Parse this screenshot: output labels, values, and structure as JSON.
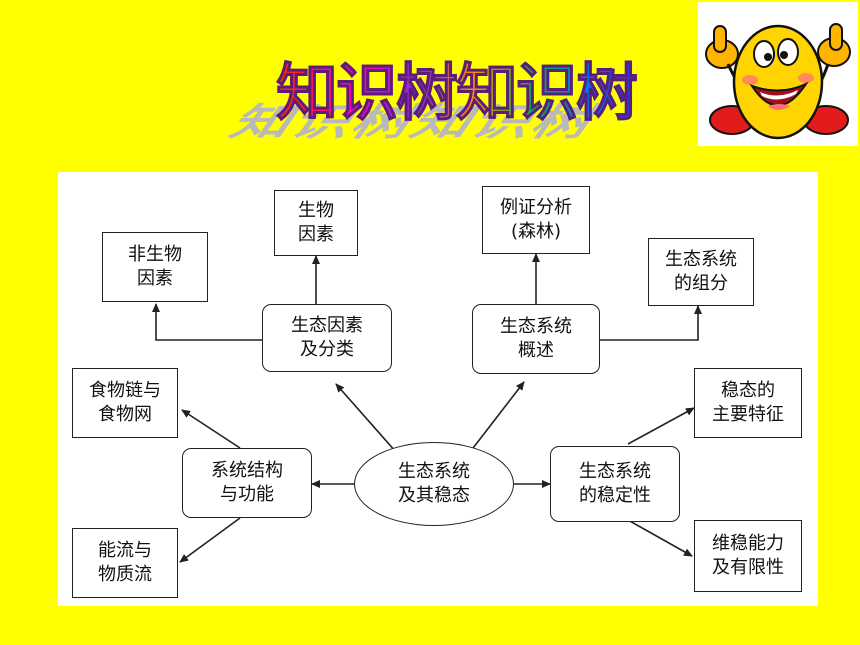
{
  "title": "知识树知识树",
  "colors": {
    "background": "#ffff00",
    "panel": "#ffffff",
    "line": "#222222"
  },
  "mascot_icon": "smiling-yellow-face-thumbs-up-icon",
  "diagram": {
    "center": "生态系统\n及其稳态",
    "factors": "生态因素\n及分类",
    "biotic": "生物\n因素",
    "abiotic": "非生物\n因素",
    "overview": "生态系统\n概述",
    "example": "例证分析\n(森林)",
    "composition": "生态系统\n的组分",
    "structure": "系统结构\n与功能",
    "foodweb": "食物链与\n食物网",
    "energy": "能流与\n物质流",
    "stability": "生态系统\n的稳定性",
    "features": "稳态的\n主要特征",
    "capacity": "维稳能力\n及有限性"
  }
}
